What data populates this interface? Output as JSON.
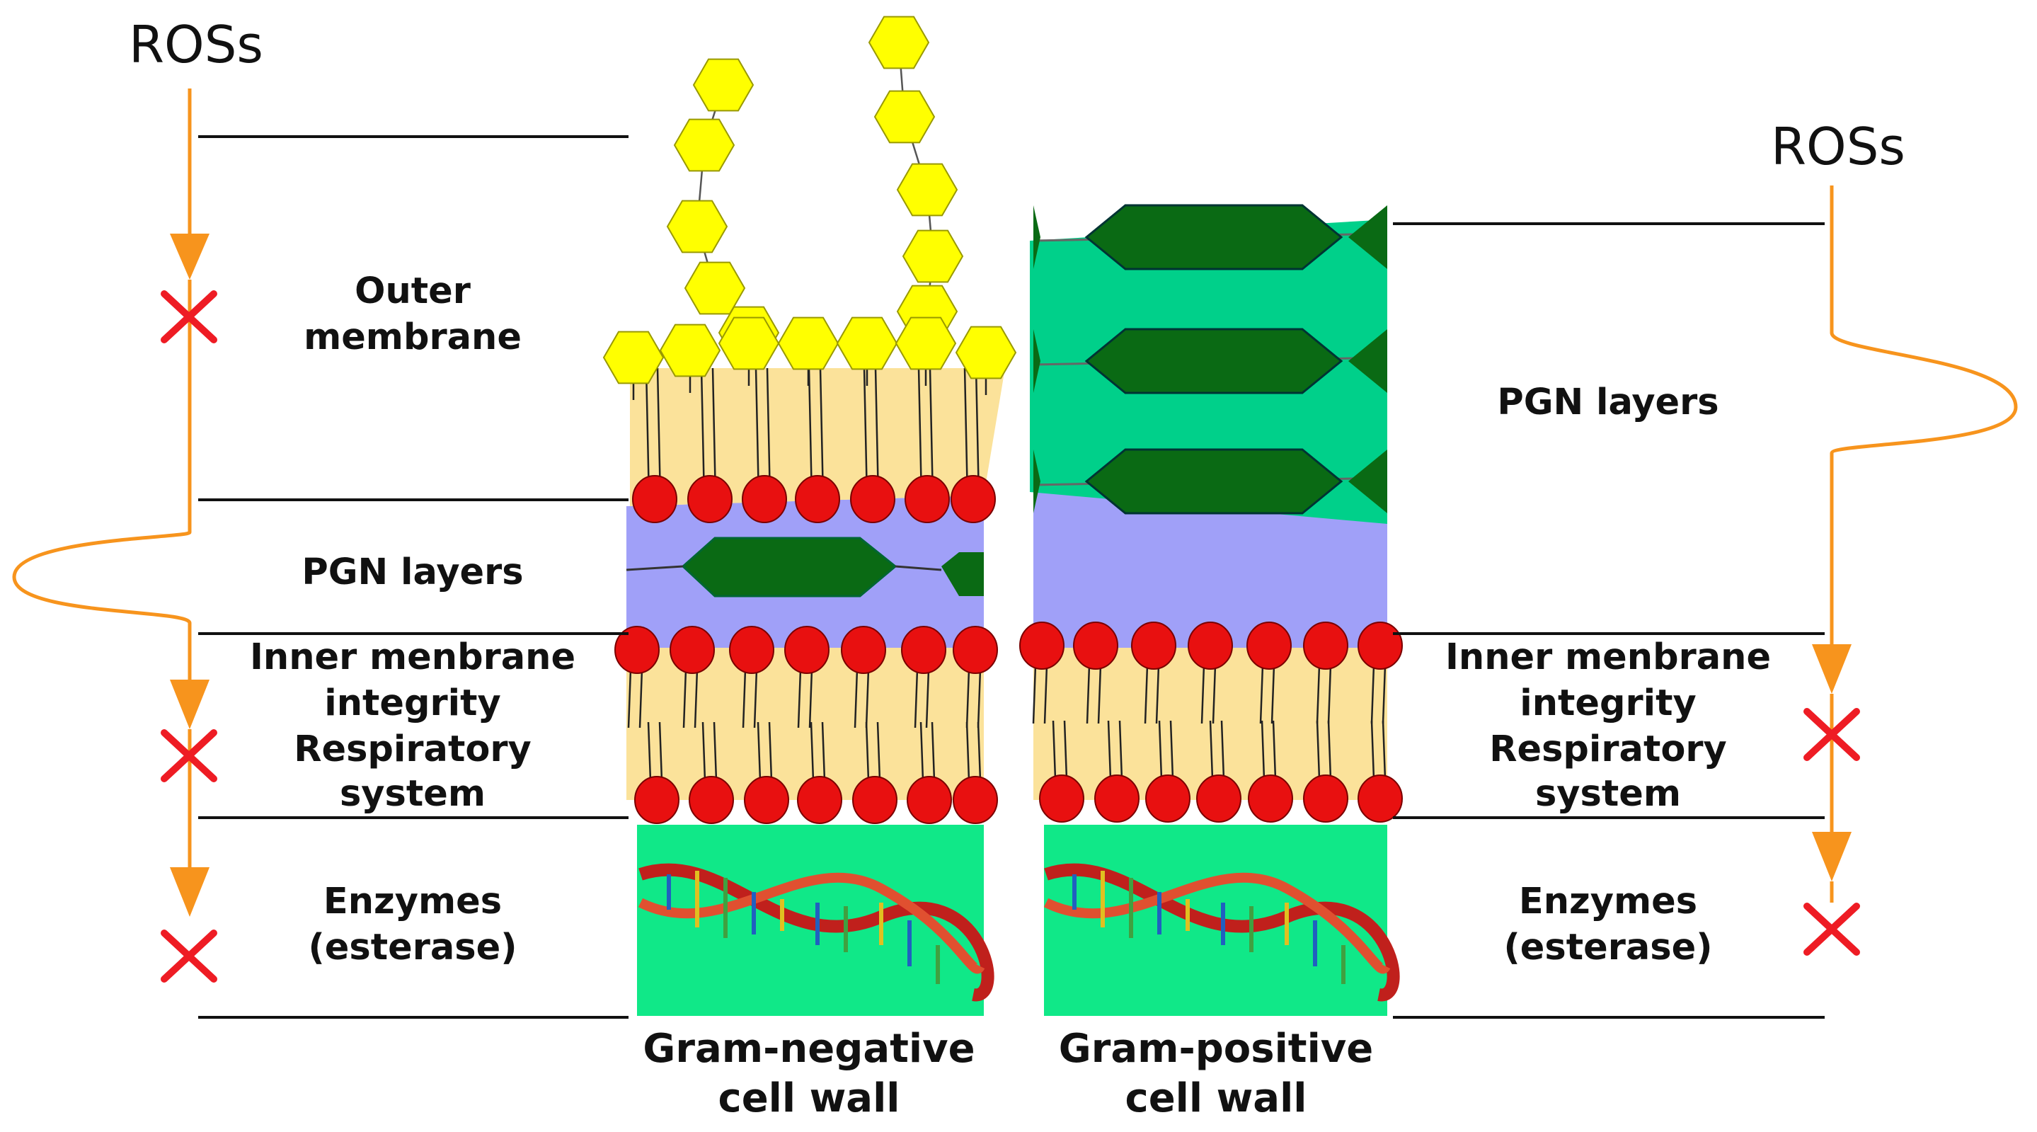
{
  "ros_label": "ROSs",
  "left_side": {
    "ros": "ROSs",
    "outer_membrane": [
      "Outer",
      "membrane"
    ],
    "pgn_layers": "PGN layers",
    "inner_membrane": [
      "Inner menbrane",
      "integrity",
      "Respiratory",
      "system"
    ],
    "enzymes": [
      "Enzymes",
      "(esterase)"
    ]
  },
  "right_side": {
    "ros": "ROSs",
    "pgn_layers": "PGN layers",
    "inner_membrane": [
      "Inner menbrane",
      "integrity",
      "Respiratory",
      "system"
    ],
    "enzymes": [
      "Enzymes",
      "(esterase)"
    ]
  },
  "captions": {
    "gram_negative": [
      "Gram-negative",
      "cell wall"
    ],
    "gram_positive": [
      "Gram-positive",
      "cell wall"
    ]
  },
  "colors": {
    "arrow": "#f7941d",
    "block_x": "#ee1c24",
    "membrane_yellow": "#fbe29a",
    "phospholipid_head": "#e81010",
    "pgn_blue": "#a0a0f8",
    "pgn_green_light": "#00d08a",
    "pgn_hexagon_dark": "#0a6a14",
    "cytoplasm_green": "#10e888",
    "lps_yellow": "#ffff00"
  },
  "icons": [
    "orange-arrow-icon",
    "red-x-icon",
    "hexagon-icon",
    "phospholipid-icon",
    "dna-helix-icon"
  ]
}
